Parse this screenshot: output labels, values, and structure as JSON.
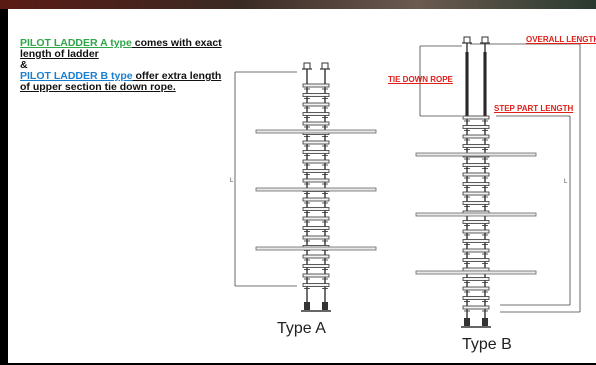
{
  "description": {
    "line_a_name": "PILOT LADDER A type",
    "line_a_rest": " comes with exact",
    "line_a_2": "length of ladder",
    "ampersand": "&",
    "line_b_name": "PILOT LADDER B type",
    "line_b_rest": " offer extra length",
    "line_b_2": "of upper section tie down rope."
  },
  "annotations": {
    "overall_length": "OVERALL LENGTH",
    "tie_down_rope": "TIE DOWN ROPE",
    "step_part_length": "STEP PART LENGTH"
  },
  "ladders": {
    "type_a_label": "Type A",
    "type_b_label": "Type B"
  },
  "colors": {
    "green_text": "#2fa64a",
    "blue_text": "#1a7fd0",
    "annotation_red": "#e0201a",
    "ladder_line": "#333333"
  }
}
